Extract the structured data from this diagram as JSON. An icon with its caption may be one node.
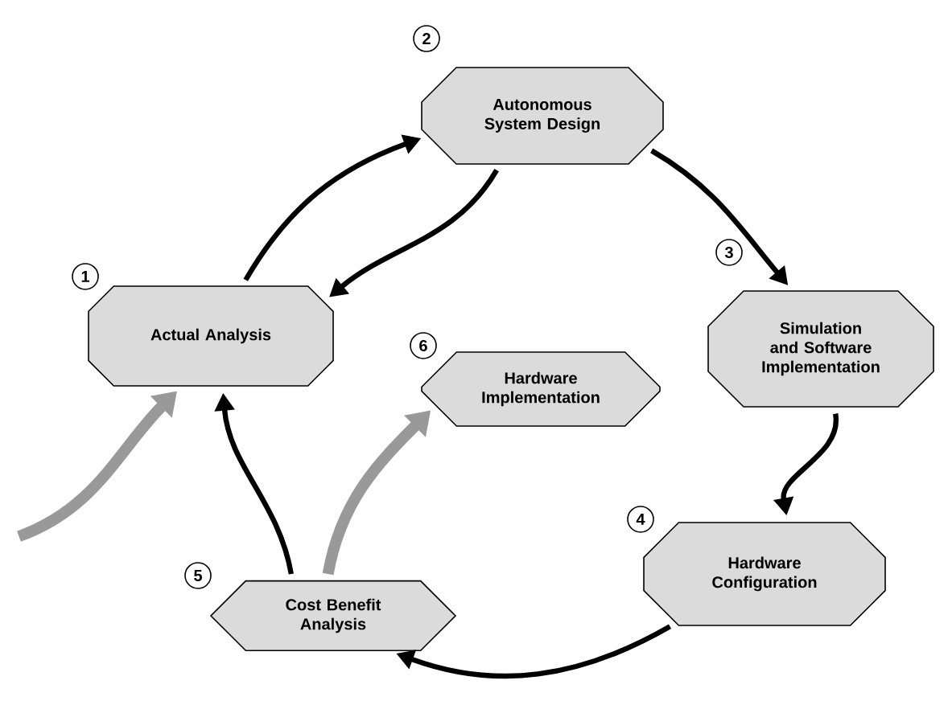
{
  "diagram": {
    "nodes": [
      {
        "text": [
          "Actual Analysis"
        ],
        "beside": [
          "1"
        ]
      },
      {
        "text": [
          "Autonomous System Design"
        ],
        "beside": [
          "2"
        ]
      },
      {
        "text": [
          "Simulation and Software Implementation"
        ],
        "beside": [
          "3"
        ]
      },
      {
        "text": [
          "Hardware Configuration"
        ],
        "beside": [
          "4"
        ]
      },
      {
        "text": [
          "Cost Benefit Analysis"
        ],
        "beside": [
          "5"
        ]
      },
      {
        "text": [
          "Hardware Implementation"
        ],
        "beside": [
          "6"
        ]
      }
    ],
    "edges": [
      {
        "from": 0,
        "to": 1,
        "arrow": "to"
      },
      {
        "from": 1,
        "to": 0,
        "arrow": "to"
      },
      {
        "from": 1,
        "to": 2,
        "arrow": "to"
      },
      {
        "from": 2,
        "to": 3,
        "arrow": "to"
      },
      {
        "from": 3,
        "to": 4,
        "arrow": "to"
      },
      {
        "from": 4,
        "to": 0,
        "arrow": "to"
      },
      {
        "from": 4,
        "to": 5,
        "arrow": "to",
        "style": "thick",
        "color": "#999999"
      },
      {
        "from": null,
        "to": 0,
        "arrow": "to",
        "style": "thick",
        "color": "#999999"
      }
    ]
  }
}
